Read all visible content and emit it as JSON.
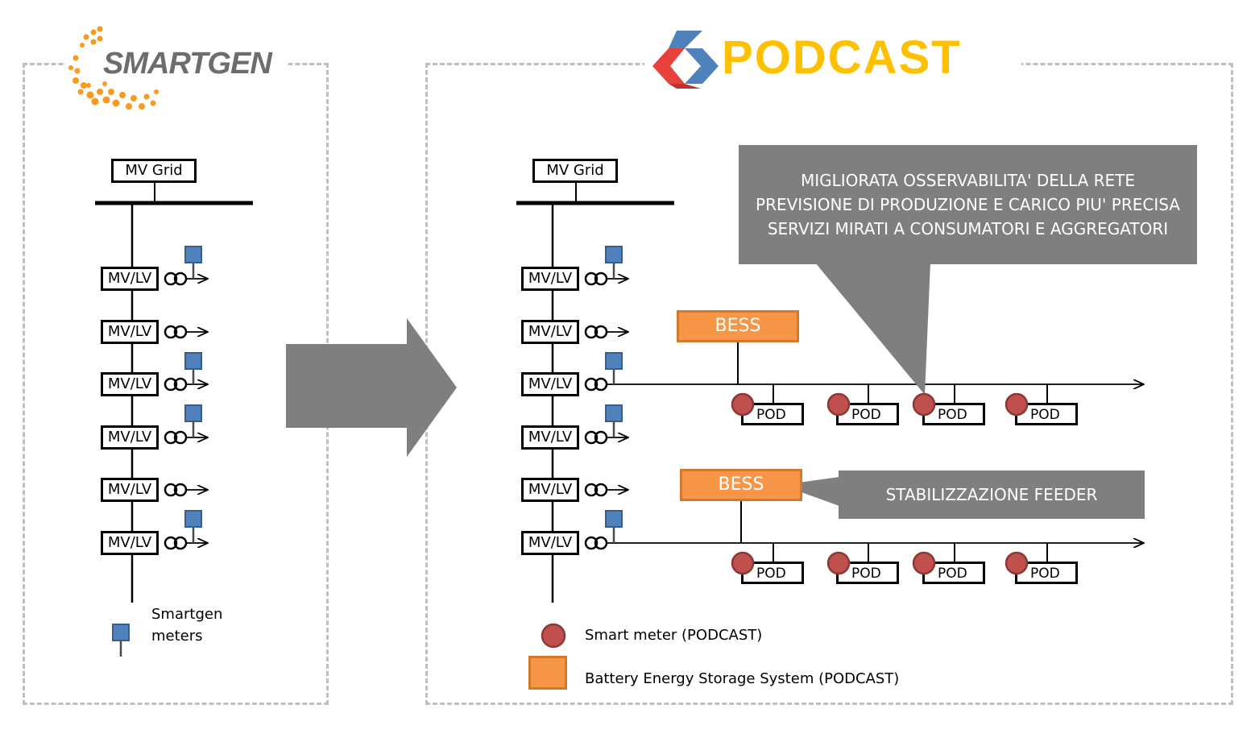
{
  "logos": {
    "smartgen": "SMARTGEN",
    "podcast": "PODCAST"
  },
  "labels": {
    "mv_grid": "MV Grid",
    "mvlv": "MV/LV",
    "pod": "POD",
    "bess": "BESS"
  },
  "left_panel": {
    "legend": {
      "line1": "Smartgen",
      "line2": "meters"
    }
  },
  "right_panel": {
    "callout_top": {
      "line1": "MIGLIORATA OSSERVABILITA' DELLA RETE",
      "line2": "PREVISIONE DI PRODUZIONE E CARICO PIU' PRECISA",
      "line3": "SERVIZI  MIRATI A CONSUMATORI E AGGREGATORI"
    },
    "callout_feeder": "STABILIZZAZIONE FEEDER",
    "legend": {
      "smart_meter": "Smart meter (PODCAST)",
      "bess": "Battery Energy Storage System (PODCAST)"
    }
  },
  "colors": {
    "dashed_border": "#bfbfbf",
    "arrow_gray": "#7f7f7f",
    "callout_gray": "#7f7f7f",
    "bess_orange": "#f79646",
    "smart_meter_red": "#c0504d",
    "smartgen_meter_blue": "#4f81bd",
    "podcast_yellow": "#ffc000",
    "smartgen_orange": "#f79a1e"
  }
}
